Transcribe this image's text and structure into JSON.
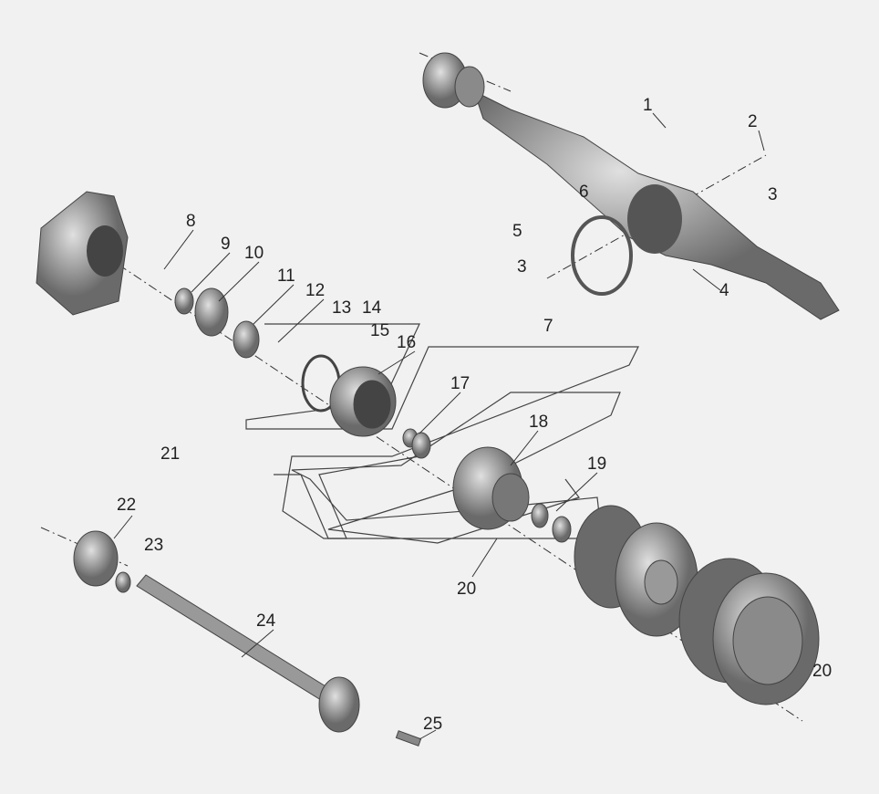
{
  "labels": [
    {
      "id": "1",
      "text": "1"
    },
    {
      "id": "2",
      "text": "2"
    },
    {
      "id": "3a",
      "text": "3"
    },
    {
      "id": "6",
      "text": "6"
    },
    {
      "id": "5",
      "text": "5"
    },
    {
      "id": "3b",
      "text": "3"
    },
    {
      "id": "4",
      "text": "4"
    },
    {
      "id": "7",
      "text": "7"
    },
    {
      "id": "8",
      "text": "8"
    },
    {
      "id": "9",
      "text": "9"
    },
    {
      "id": "10",
      "text": "10"
    },
    {
      "id": "11",
      "text": "11"
    },
    {
      "id": "12",
      "text": "12"
    },
    {
      "id": "13",
      "text": "13"
    },
    {
      "id": "14",
      "text": "14"
    },
    {
      "id": "15",
      "text": "15"
    },
    {
      "id": "16",
      "text": "16"
    },
    {
      "id": "17",
      "text": "17"
    },
    {
      "id": "18",
      "text": "18"
    },
    {
      "id": "19",
      "text": "19"
    },
    {
      "id": "20a",
      "text": "20"
    },
    {
      "id": "20b",
      "text": "20"
    },
    {
      "id": "21",
      "text": "21"
    },
    {
      "id": "22",
      "text": "22"
    },
    {
      "id": "23",
      "text": "23"
    },
    {
      "id": "24",
      "text": "24"
    },
    {
      "id": "25",
      "text": "25"
    }
  ],
  "colors": {
    "background": "#f1f1f1",
    "part": "#9a9a9a",
    "part_dark": "#5e5e5e",
    "line": "#333333"
  }
}
